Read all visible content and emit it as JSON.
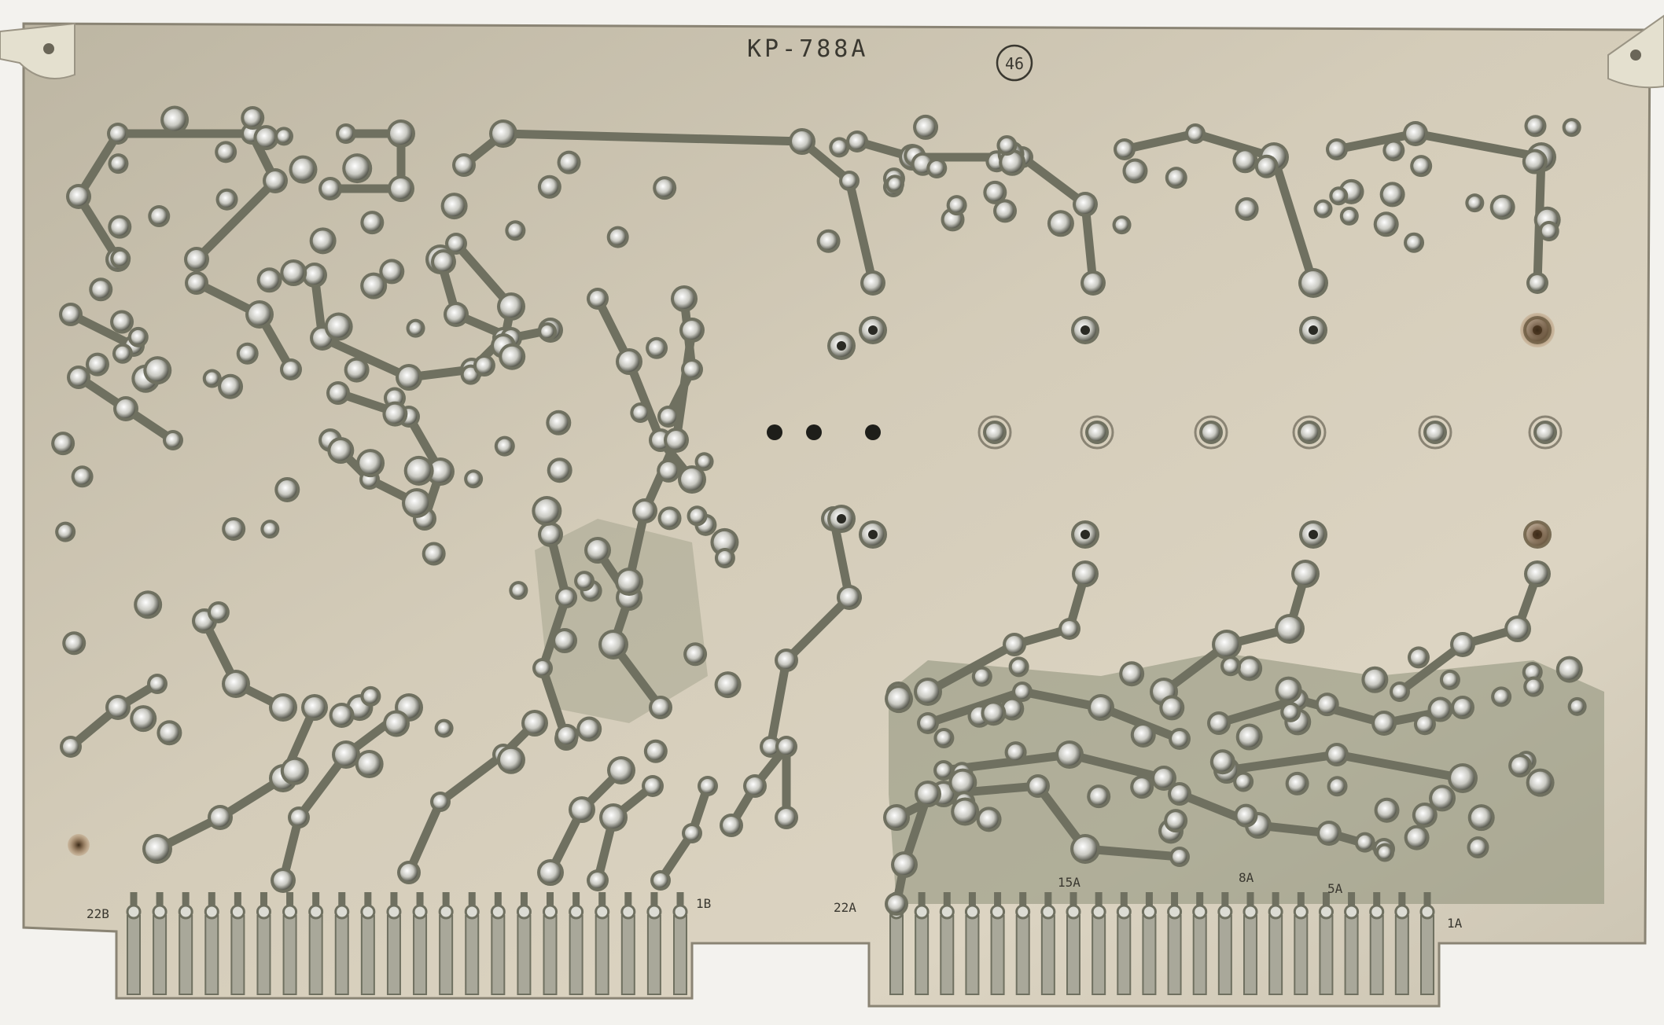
{
  "board": {
    "part_number": "KP-788A",
    "stamp": "46",
    "connector_b_labels": {
      "left": "22B",
      "right": "1B"
    },
    "connector_a_labels": {
      "left": "22A",
      "right": "1A",
      "mid": [
        "15A",
        "8A",
        "5A"
      ]
    },
    "colors": {
      "background": "#f3f2ee",
      "board": "#cfc7b4",
      "copper": "#6f7060",
      "solder": "#dcdcd4",
      "silk": "#3a3830"
    }
  }
}
